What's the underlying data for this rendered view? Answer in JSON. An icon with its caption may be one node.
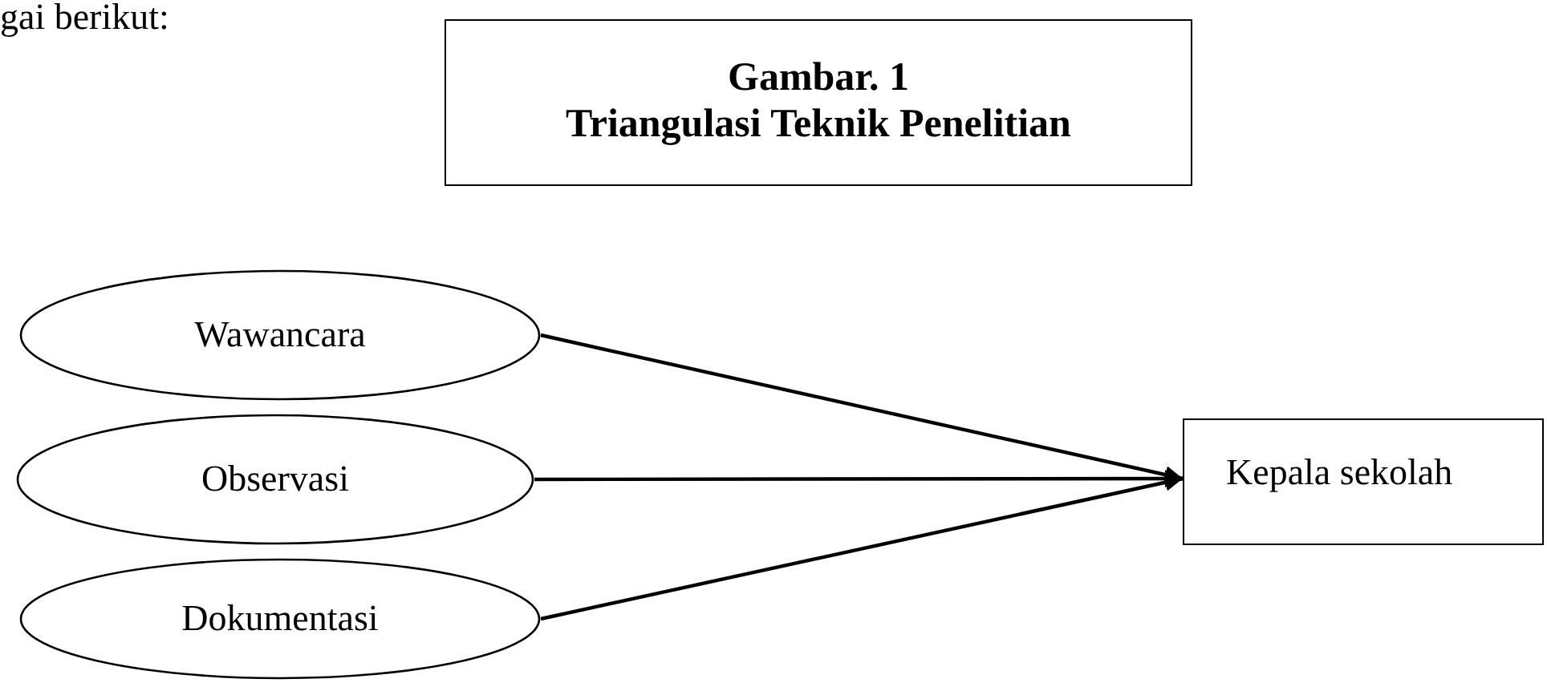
{
  "diagram": {
    "nodes": [
      {
        "text": [
          "Gambar. 1",
          "Triangulasi Teknik Penelitian"
        ]
      },
      {
        "text": [
          "Wawancara"
        ]
      },
      {
        "text": [
          "Observasi"
        ]
      },
      {
        "text": [
          "Dokumentasi"
        ]
      },
      {
        "text": [
          "Kepala sekolah"
        ]
      }
    ],
    "edges": [
      {
        "from": 1,
        "to": 4,
        "arrow": "to"
      },
      {
        "from": 2,
        "to": 4,
        "arrow": "to"
      },
      {
        "from": 3,
        "to": 4,
        "arrow": "to"
      }
    ],
    "labels": [
      "gai berikut:"
    ]
  }
}
